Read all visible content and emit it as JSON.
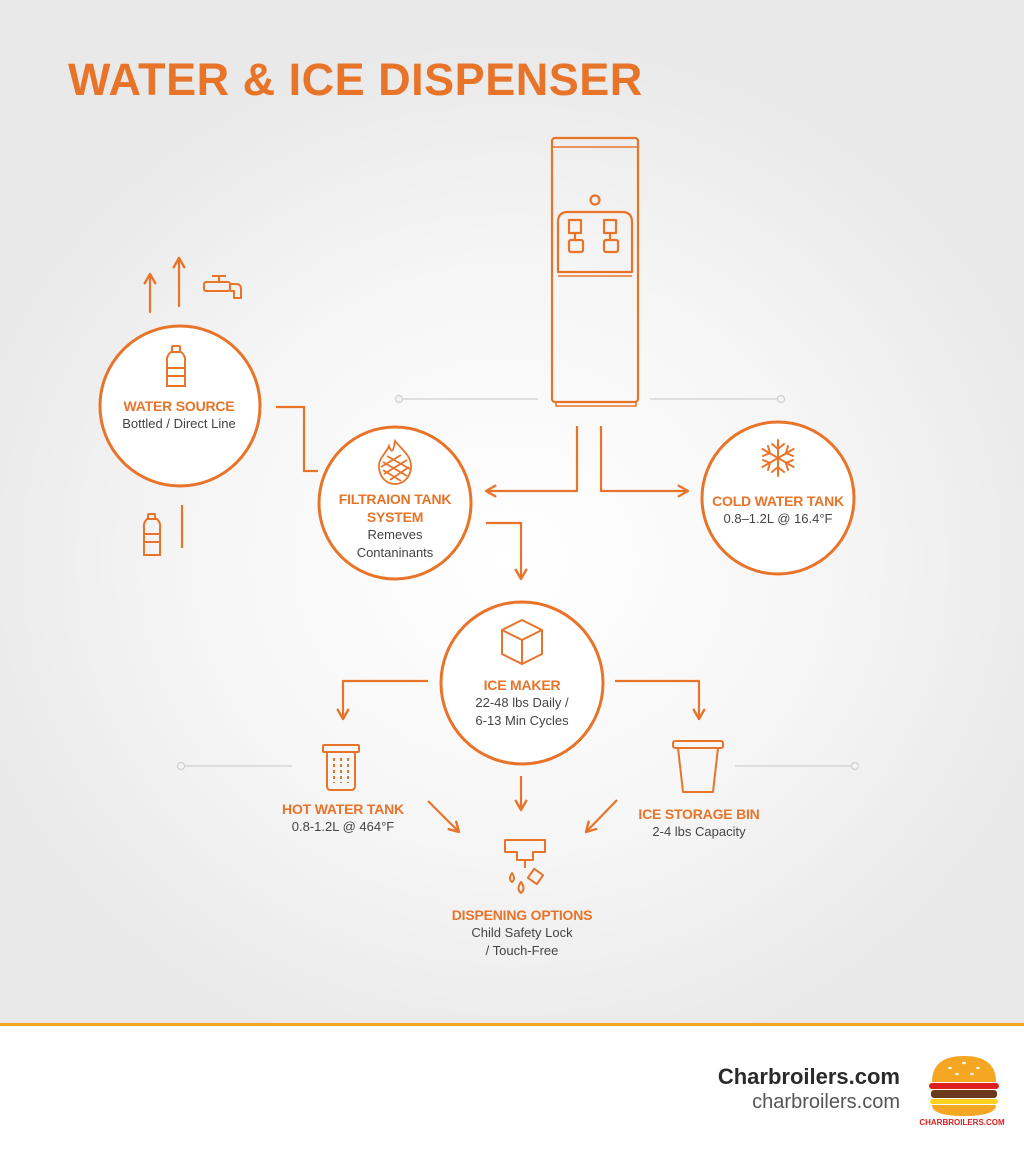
{
  "title": "WATER & ICE DISPENSER",
  "nodes": {
    "water_source": {
      "title": "WATER SOURCE",
      "subtitle": "Bottled / Direct Line"
    },
    "filtration": {
      "title_line1": "FILTRAION TANK",
      "title_line2": "SYSTEM",
      "subtitle_line1": "Remeves",
      "subtitle_line2": "Contaninants"
    },
    "cold_tank": {
      "title": "COLD WATER TANK",
      "subtitle": "0.8–1.2L @ 16.4°F"
    },
    "ice_maker": {
      "title": "ICE MAKER",
      "subtitle_line1": "22-48 lbs Daily /",
      "subtitle_line2": "6-13 Min Cycles"
    },
    "hot_tank": {
      "title": "HOT WATER TANK",
      "subtitle": "0.8-1.2L @ 464°F"
    },
    "ice_bin": {
      "title": "ICE STORAGE BIN",
      "subtitle": "2-4 lbs Capacity"
    },
    "dispensing": {
      "title": "DISPENING OPTIONS",
      "subtitle_line1": "Child Safety Lock",
      "subtitle_line2": "/ Touch-Free"
    }
  },
  "icons": [
    "water-bottle-icon",
    "faucet-icon",
    "flame-filter-icon",
    "snowflake-icon",
    "ice-cube-icon",
    "heater-tank-icon",
    "ice-bin-icon",
    "dispenser-nozzle-icon",
    "water-cooler-icon"
  ],
  "footer": {
    "brand_name": "Charbroilers.com",
    "brand_url": "charbroilers.com",
    "logo_text": "CHARBROILERS.COM"
  },
  "colors": {
    "accent": "#E8742A",
    "footer_rule": "#F5A623",
    "text_dark": "#2a2a2a"
  }
}
